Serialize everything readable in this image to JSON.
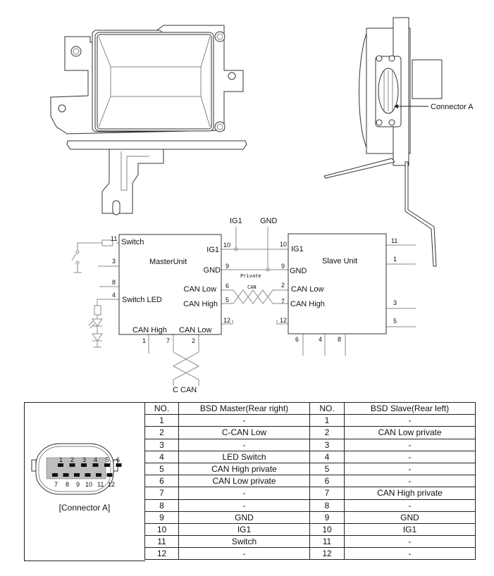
{
  "callouts": {
    "connector_a": "Connector A"
  },
  "schematic": {
    "top_labels": {
      "ig1": "IG1",
      "gnd": "GND"
    },
    "private_can": {
      "line1": "Private",
      "line2": "CAN"
    },
    "c_can": "C CAN",
    "master": {
      "title": "MasterUnit",
      "labels": {
        "switch": "Switch",
        "ig1": "IG1",
        "gnd": "GND",
        "can_low": "CAN Low",
        "can_high": "CAN High",
        "switch_led": "Switch LED",
        "bottom_can_high": "CAN High",
        "bottom_can_low": "CAN Low"
      },
      "pins": {
        "p11": "11",
        "p3": "3",
        "p8": "8",
        "p4": "4",
        "p10": "10",
        "p9": "9",
        "p6": "6",
        "p5": "5",
        "p12": "12",
        "p1": "1",
        "p7": "7",
        "p2": "2"
      }
    },
    "slave": {
      "title": "Slave Unit",
      "labels": {
        "ig1": "IG1",
        "gnd": "GND",
        "can_low": "CAN Low",
        "can_high": "CAN High"
      },
      "pins": {
        "p10": "10",
        "p9": "9",
        "p2": "2",
        "p7": "7",
        "p12": "12",
        "p11": "11",
        "p1": "1",
        "p3": "3",
        "p5": "5",
        "p6": "6",
        "p4": "4",
        "p8": "8"
      }
    }
  },
  "connector": {
    "caption": "[Connector A]",
    "top_pins": [
      "1",
      "2",
      "3",
      "4",
      "5",
      "6"
    ],
    "bottom_pins": [
      "7",
      "8",
      "9",
      "10",
      "11",
      "12"
    ]
  },
  "table": {
    "headers": [
      "NO.",
      "BSD Master(Rear right)",
      "NO.",
      "BSD Slave(Rear left)"
    ],
    "rows": [
      [
        "1",
        "-",
        "1",
        "-"
      ],
      [
        "2",
        "C-CAN Low",
        "2",
        "CAN Low private"
      ],
      [
        "3",
        "-",
        "3",
        "-"
      ],
      [
        "4",
        "LED Switch",
        "4",
        "-"
      ],
      [
        "5",
        "CAN High private",
        "5",
        "-"
      ],
      [
        "6",
        "CAN Low private",
        "6",
        "-"
      ],
      [
        "7",
        "-",
        "7",
        "CAN High private"
      ],
      [
        "8",
        "-",
        "8",
        "-"
      ],
      [
        "9",
        "GND",
        "9",
        "GND"
      ],
      [
        "10",
        "IG1",
        "10",
        "IG1"
      ],
      [
        "11",
        "Switch",
        "11",
        "-"
      ],
      [
        "12",
        "-",
        "12",
        "-"
      ]
    ]
  }
}
